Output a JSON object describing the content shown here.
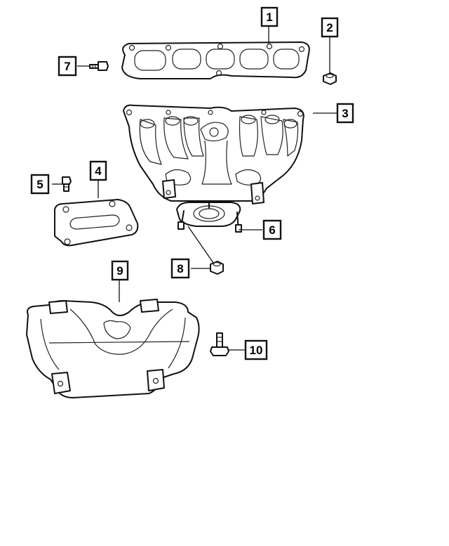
{
  "callouts": [
    {
      "number": "1",
      "part": "gasket"
    },
    {
      "number": "2",
      "part": "nut"
    },
    {
      "number": "3",
      "part": "exhaust-manifold"
    },
    {
      "number": "4",
      "part": "bracket"
    },
    {
      "number": "5",
      "part": "bolt"
    },
    {
      "number": "6",
      "part": "gasket-flange"
    },
    {
      "number": "7",
      "part": "bolt"
    },
    {
      "number": "8",
      "part": "nut"
    },
    {
      "number": "9",
      "part": "heat-shield"
    },
    {
      "number": "10",
      "part": "bolt"
    }
  ]
}
